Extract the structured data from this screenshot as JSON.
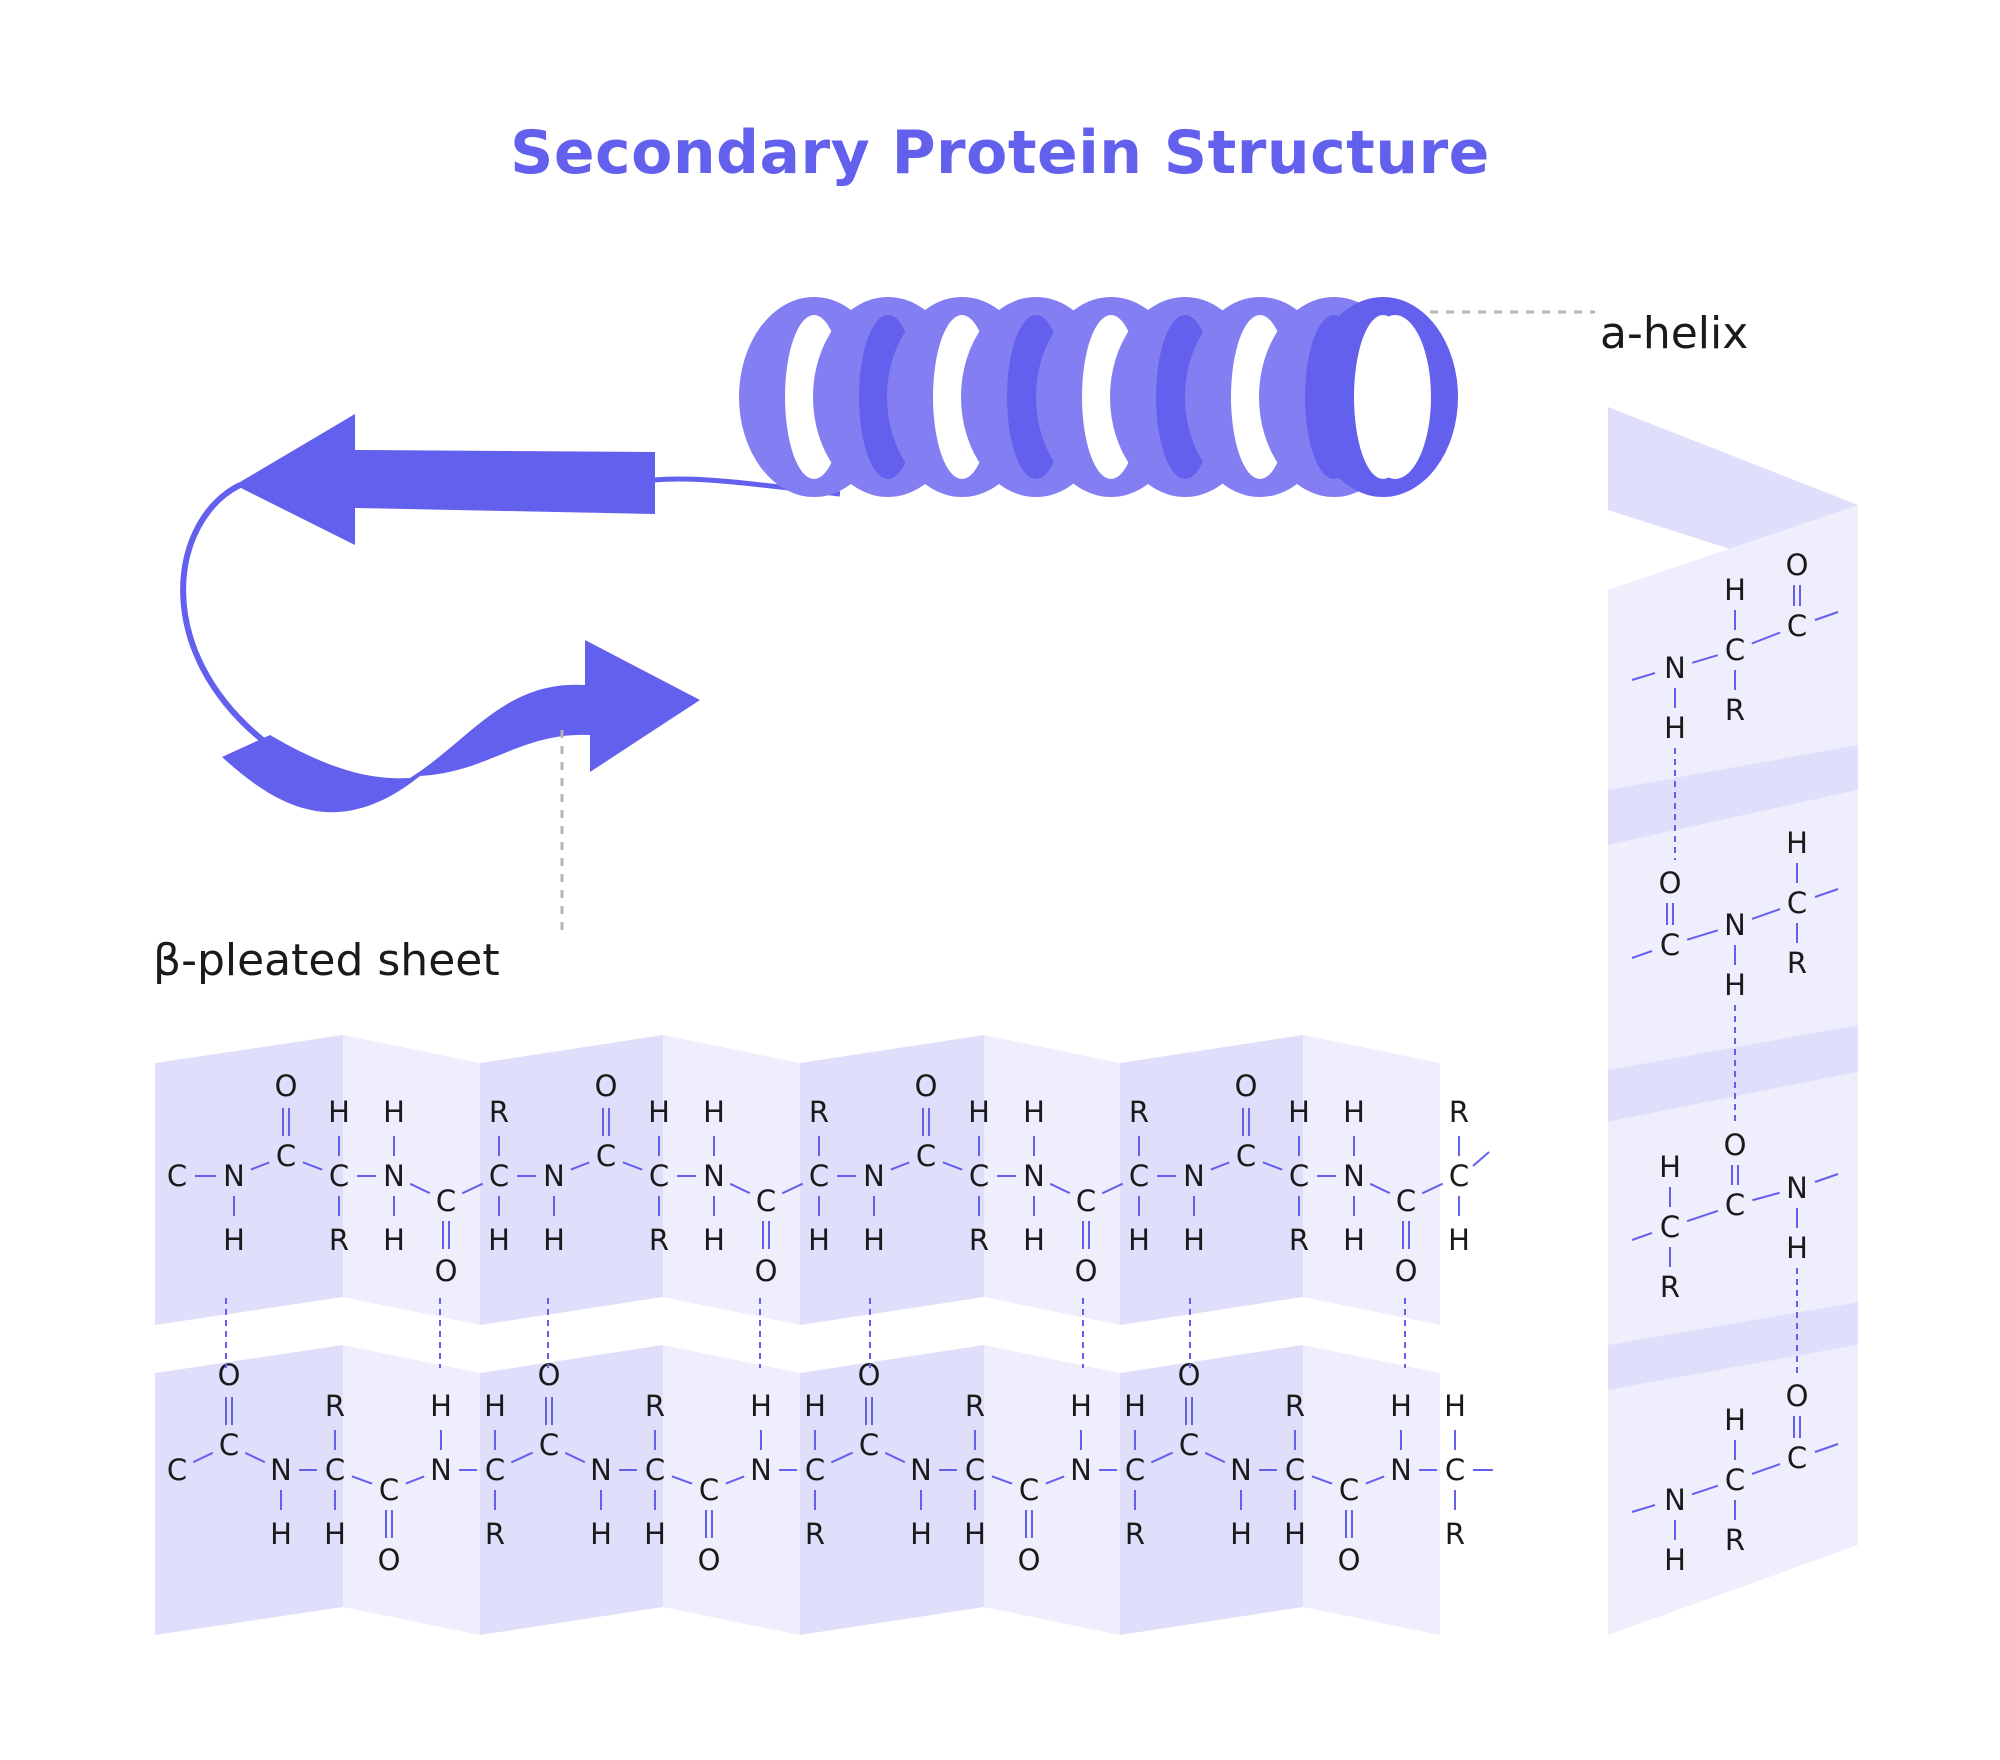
{
  "title": "Secondary Protein Structure",
  "labels": {
    "alpha_helix": "a-helix",
    "beta_sheet": "β-pleated sheet"
  },
  "colors": {
    "accent": "#6460EE",
    "ring_light": "#837FF2",
    "panel_dark": "#E0DFFB",
    "panel_light": "#EEEEFD",
    "bond": "#6460EE",
    "leader_line": "#B5B5B5",
    "text": "#1a1a1a"
  },
  "atoms": {
    "carbon": "C",
    "nitrogen": "N",
    "oxygen": "O",
    "hydrogen": "H",
    "side_chain": "R"
  },
  "beta_sheet": {
    "top_strand_pattern": [
      "C",
      "N",
      "C",
      "C",
      "N",
      "C",
      "C",
      "N",
      "C",
      "C",
      "N",
      "C",
      "C",
      "N",
      "C",
      "C",
      "N",
      "C",
      "C",
      "N",
      "C",
      "C",
      "N",
      "C"
    ],
    "bottom_strand_pattern": [
      "C",
      "C",
      "N",
      "C",
      "C",
      "N",
      "C",
      "C",
      "N",
      "C",
      "C",
      "N",
      "C",
      "C",
      "N",
      "C",
      "C",
      "N",
      "C",
      "C",
      "N",
      "C",
      "C",
      "N"
    ]
  },
  "alpha_helix_strand": {
    "units": [
      {
        "backbone": [
          "N",
          "C",
          "C"
        ]
      },
      {
        "backbone": [
          "C",
          "N",
          "C"
        ]
      },
      {
        "backbone": [
          "C",
          "C",
          "N"
        ]
      },
      {
        "backbone": [
          "N",
          "C",
          "C"
        ]
      }
    ]
  }
}
